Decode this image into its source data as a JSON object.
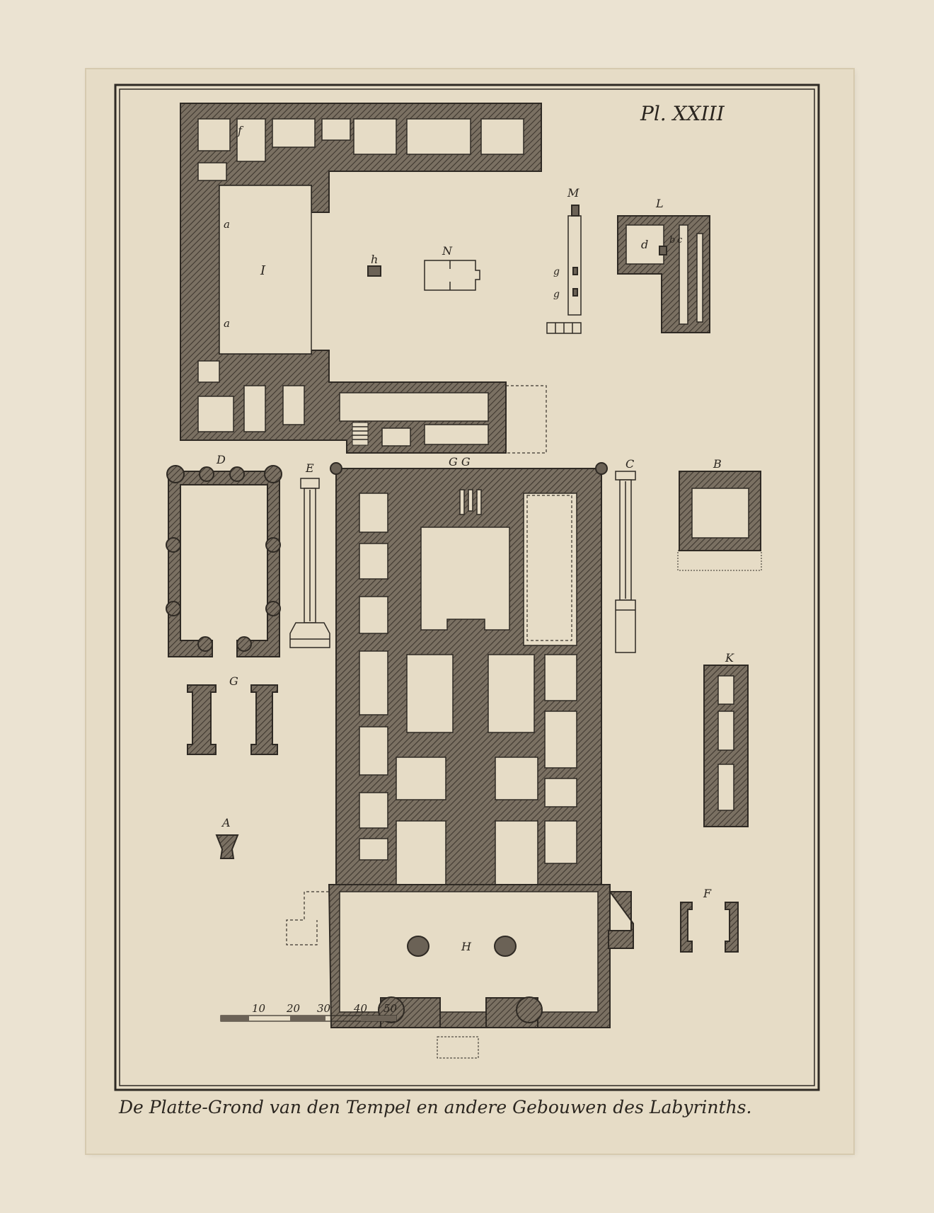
{
  "plate": {
    "number": "Pl. XXIII",
    "caption": "De Platte-Grond van den Tempel en andere Gebouwen des Labyrinths."
  },
  "labels": {
    "I": "I",
    "h": "h",
    "N": "N",
    "M": "M",
    "L": "L",
    "d": "d",
    "b": "b",
    "c": "c",
    "f": "f",
    "a": "a",
    "g": "g",
    "D": "D",
    "E": "E",
    "GG": "G G",
    "C": "C",
    "B": "B",
    "G": "G",
    "K": "K",
    "A": "A",
    "H": "H",
    "F": "F"
  },
  "scale_bar": {
    "ticks": [
      "10",
      "20",
      "30",
      "40",
      "50"
    ]
  },
  "colors": {
    "paper": "#e6dcc6",
    "ink": "#2f2a24",
    "wall_fill": "#6b6256"
  }
}
